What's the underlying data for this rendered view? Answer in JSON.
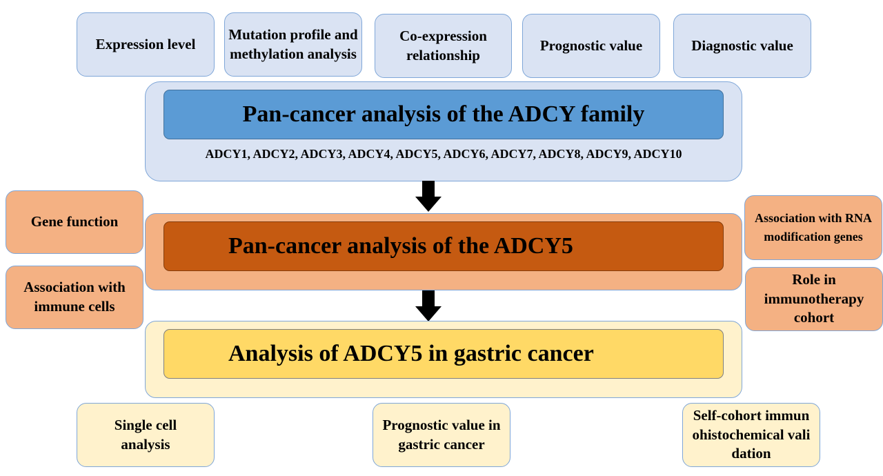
{
  "top_boxes": [
    "Expression level",
    "Mutation profile and methylation analysis",
    "Co-expression relationship",
    "Prognostic value",
    "Diagnostic value"
  ],
  "family": {
    "title": "Pan-cancer analysis of the ADCY family",
    "members": "ADCY1, ADCY2, ADCY3, ADCY4, ADCY5, ADCY6, ADCY7, ADCY8, ADCY9, ADCY10"
  },
  "adcy5": {
    "title": "Pan-cancer analysis of the ADCY5",
    "left": [
      "Gene function",
      "Association with immune cells"
    ],
    "right": [
      "Association with RNA modification genes",
      "Role in immunotherapy cohort"
    ]
  },
  "gastric": {
    "title": "Analysis of ADCY5 in gastric cancer",
    "bottom": [
      "Single cell analysis",
      "Prognostic value in gastric cancer",
      "Self-cohort immunohistochemical validation"
    ]
  },
  "colors": {
    "blue_light": "#dae3f3",
    "blue_bar": "#5b9bd5",
    "orange_light": "#f4b183",
    "orange_bar": "#c55a11",
    "yellow_light": "#fff2cc",
    "yellow_bar": "#ffd966"
  }
}
